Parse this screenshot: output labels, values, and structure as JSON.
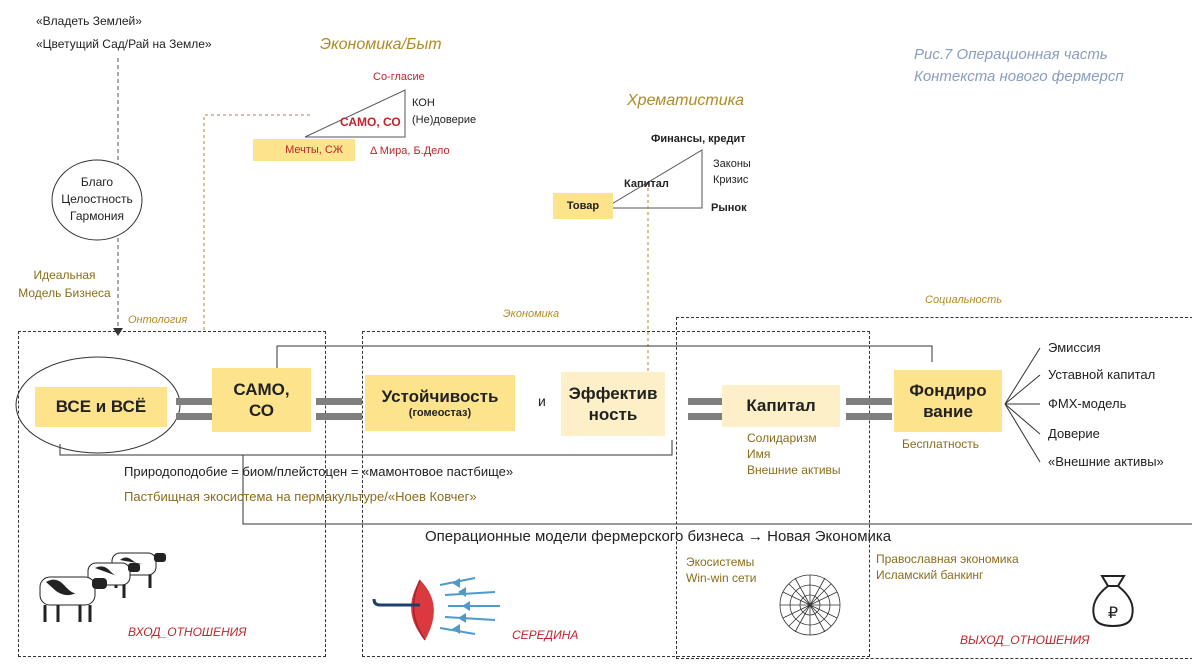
{
  "top_left": {
    "line1": "«Владеть Землей»",
    "line2": "«Цветущий Сад/Рай на Земле»"
  },
  "ellipse_small": [
    "Благо",
    "Целостность",
    "Гармония"
  ],
  "ideal_model": [
    "Идеальная",
    "Модель Бизнеса"
  ],
  "econ_byt": {
    "title": "Экономика/Быт",
    "soglasie": "Со-гласие",
    "samo": "САМО, СО",
    "kon": "КОН",
    "doverie": "(Не)доверие",
    "mechty": "Мечты, СЖ",
    "delta": "Δ Мира, Б.Дело"
  },
  "chrem": {
    "title": "Хрематистика",
    "finance": "Финансы, кредит",
    "kapital": "Капитал",
    "zakony": "Законы",
    "krizis": "Кризис",
    "tovar": "Товар",
    "rynok": "Рынок"
  },
  "caption": [
    "Рис.7 Операционная часть",
    "Контекста нового фермерсп"
  ],
  "sections": {
    "ontology": "Онтология",
    "economy": "Экономика",
    "sociality": "Социальность"
  },
  "main": {
    "vse": "ВСЕ и ВСЁ",
    "samo1": "САМО,",
    "samo2": "СО",
    "ustoy": "Устойчивость",
    "gomeo": "(гомеостаз)",
    "i": "и",
    "effekt1": "Эффектив",
    "effekt2": "ность",
    "kapital": "Капитал",
    "fond1": "Фондиро",
    "fond2": "вание",
    "besplat": "Бесплатность"
  },
  "kapital_sub": [
    "Солидаризм",
    "Имя",
    "Внешние активы"
  ],
  "fan_items": [
    "Эмиссия",
    "Уставной капитал",
    "ФМХ-модель",
    "Доверие",
    "«Внешние активы»"
  ],
  "prirodo": "Природоподобие = биом/плейстоцен = «мамонтовое пастбище»",
  "pastb": "Пастбищная экосистема на пермакультуре/«Ноев Ковчег»",
  "operational": "Операционные модели фермерского бизнеса → Новая Экономика",
  "eco_win": [
    "Экосистемы",
    "Win-win сети"
  ],
  "orthodox": [
    "Православная экономика",
    "Исламский банкинг"
  ],
  "labels_bottom": {
    "vhod": "ВХОД_ОТНОШЕНИЯ",
    "seredina": "СЕРЕДИНА",
    "vyhod": "ВЫХОД_ОТНОШЕНИЯ"
  },
  "icons": [
    "cows-icon",
    "umbrella-icon",
    "network-icon",
    "money-bag-icon"
  ],
  "colors": {
    "accent_yellow": "#fde38c",
    "light_yellow": "#fdf0c8",
    "gold_text": "#8a6d1a",
    "red_text": "#c0242b",
    "caption_blue": "#8a9cbf"
  }
}
